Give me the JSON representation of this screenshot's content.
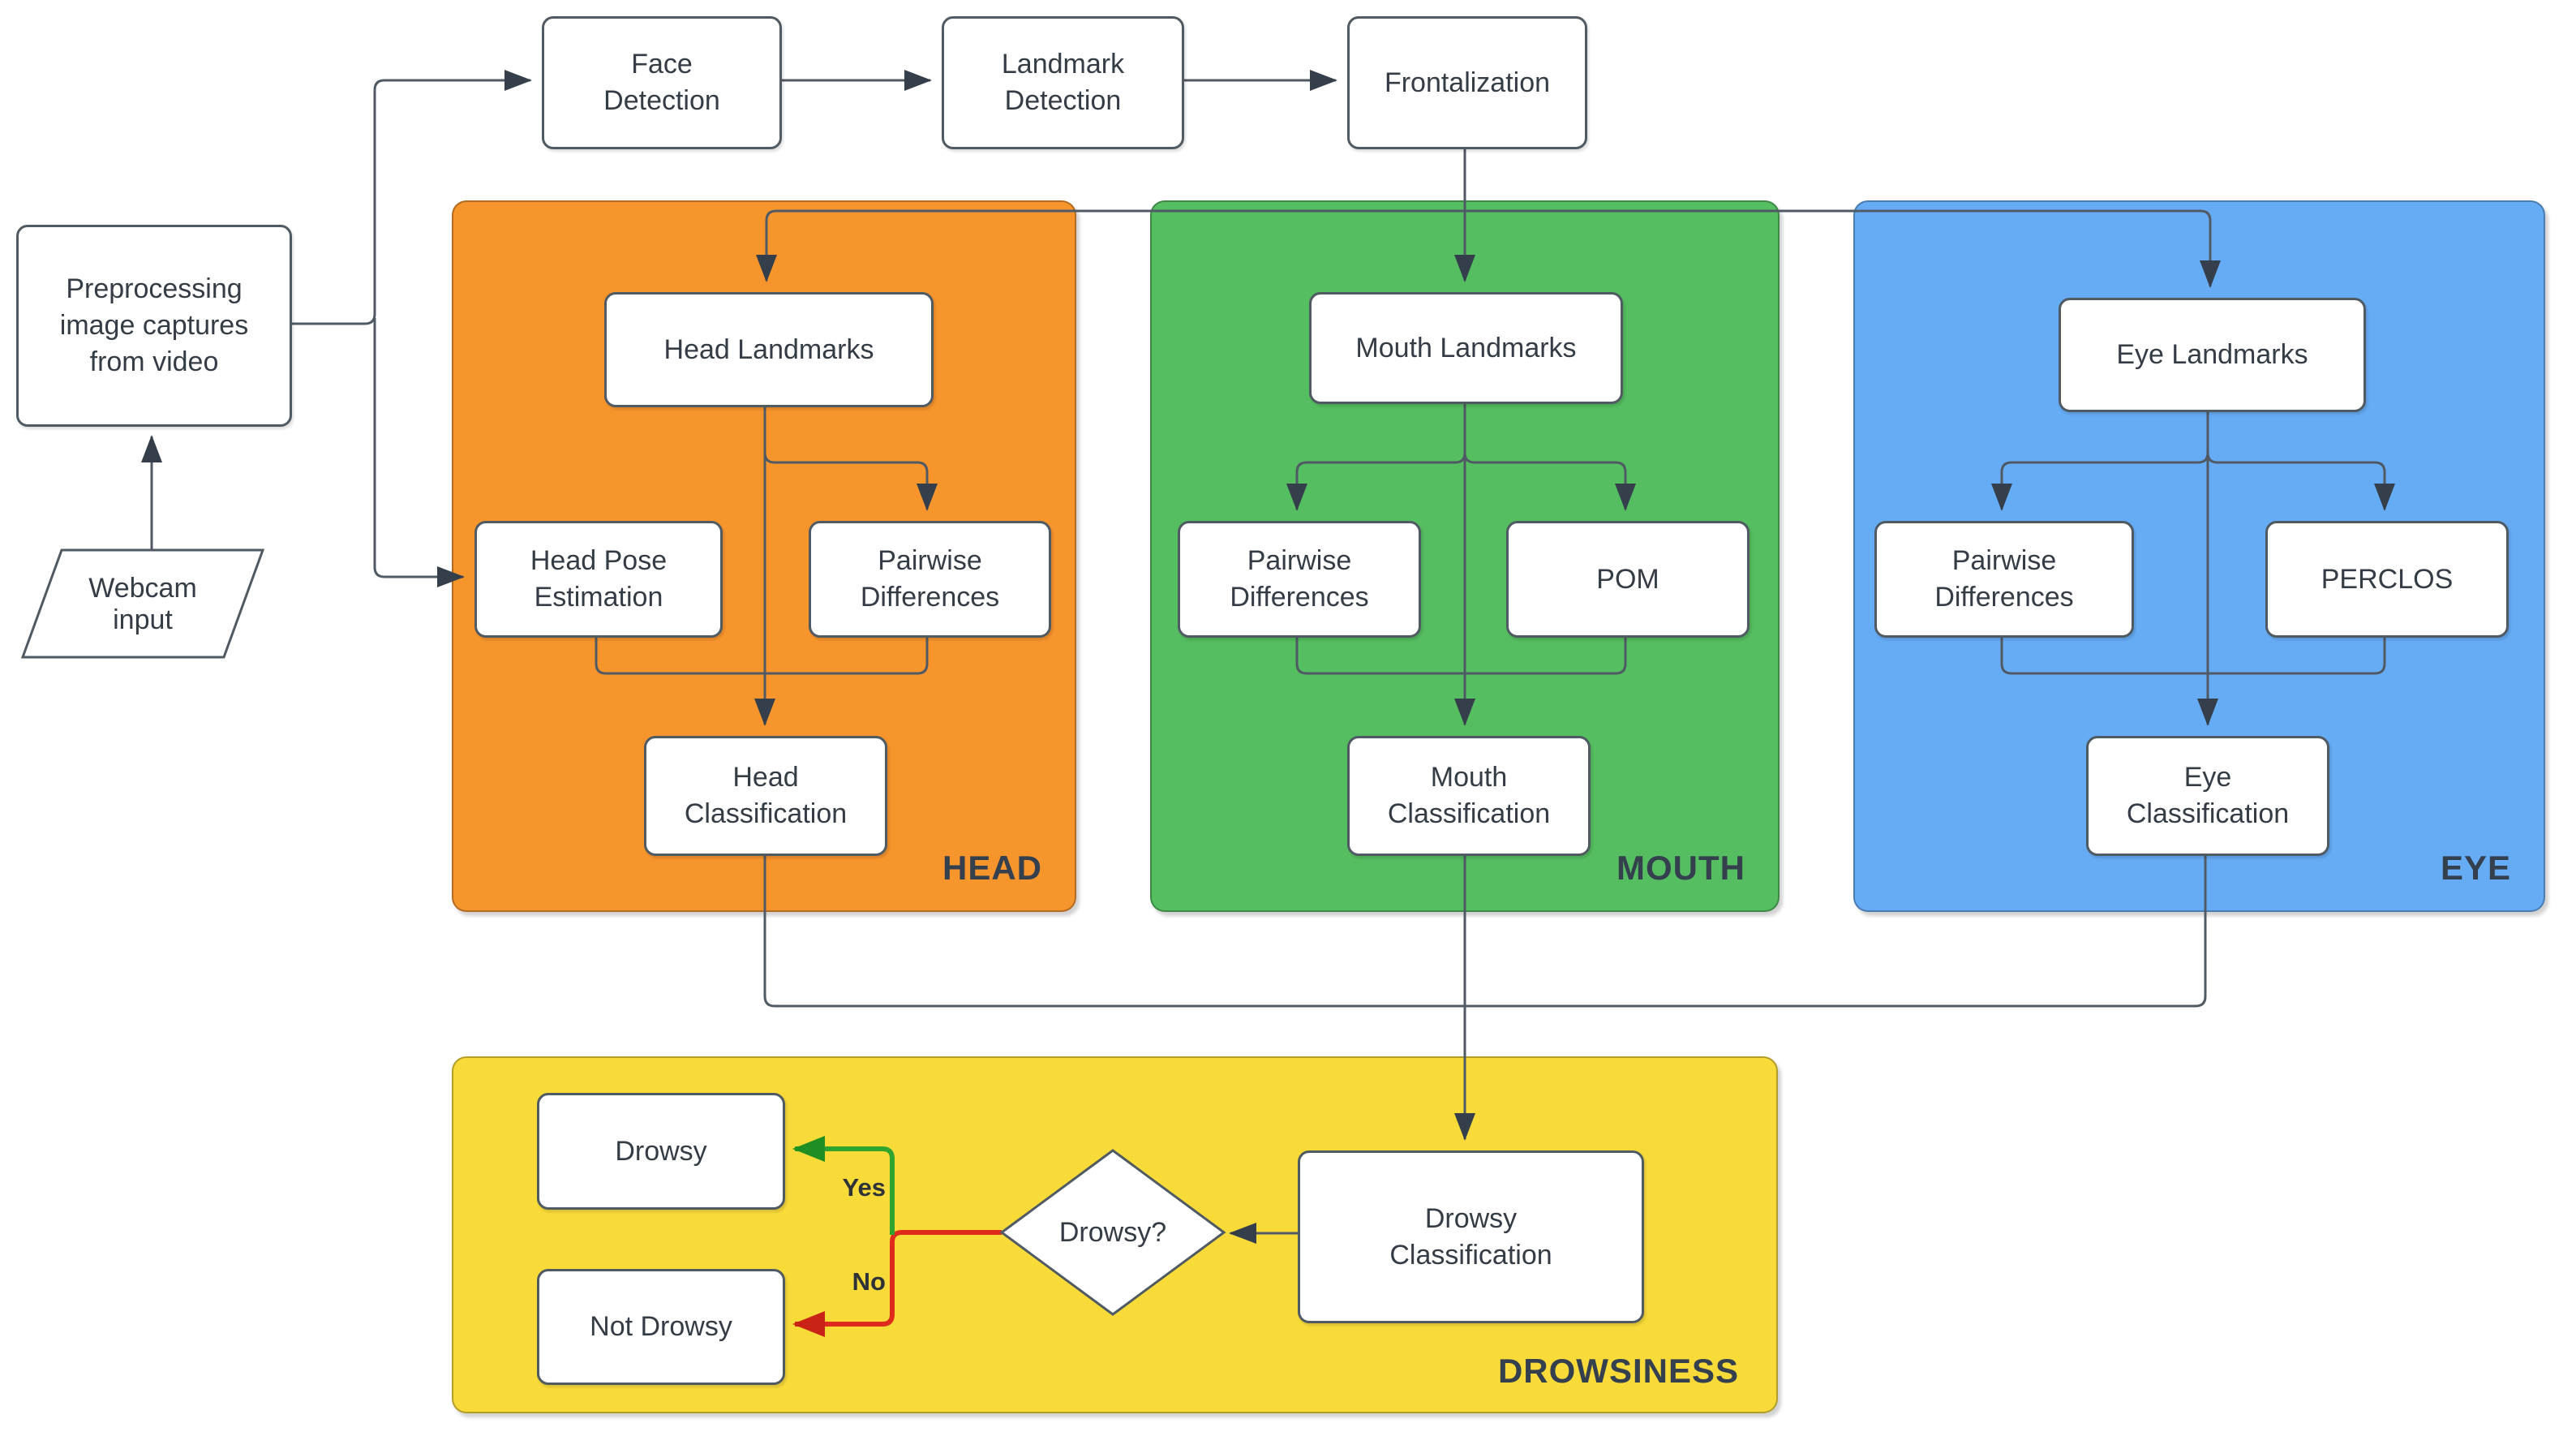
{
  "nodes": {
    "face_detection": "Face Detection",
    "landmark_detection": "Landmark Detection",
    "frontalization": "Frontalization",
    "preprocessing": "Preprocessing image captures from video",
    "webcam_input": "Webcam input"
  },
  "panels": {
    "head": {
      "title": "HEAD",
      "color": "#F7952D",
      "nodes": {
        "landmarks": "Head Landmarks",
        "pose": "Head Pose Estimation",
        "pairwise": "Pairwise Differences",
        "classification": "Head Classification"
      }
    },
    "mouth": {
      "title": "MOUTH",
      "color": "#55BE60",
      "nodes": {
        "landmarks": "Mouth Landmarks",
        "pairwise": "Pairwise Differences",
        "pom": "POM",
        "classification": "Mouth Classification"
      }
    },
    "eye": {
      "title": "EYE",
      "color": "#66ACF5",
      "nodes": {
        "landmarks": "Eye Landmarks",
        "pairwise": "Pairwise Differences",
        "perclos": "PERCLOS",
        "classification": "Eye Classification"
      }
    },
    "drowsiness": {
      "title": "DROWSINESS",
      "color": "#F8DA39",
      "nodes": {
        "classification": "Drowsy Classification",
        "decision": "Drowsy?",
        "drowsy": "Drowsy",
        "not_drowsy": "Not Drowsy"
      },
      "edge_labels": {
        "yes": "Yes",
        "no": "No"
      }
    }
  },
  "colors": {
    "edge": "#505A64",
    "arrowhead": "#353F4B",
    "yes_edge": "#2FA42F",
    "no_edge": "#DF2B1B",
    "box_border": "#4F5A63",
    "background": "#FFFFFF"
  }
}
